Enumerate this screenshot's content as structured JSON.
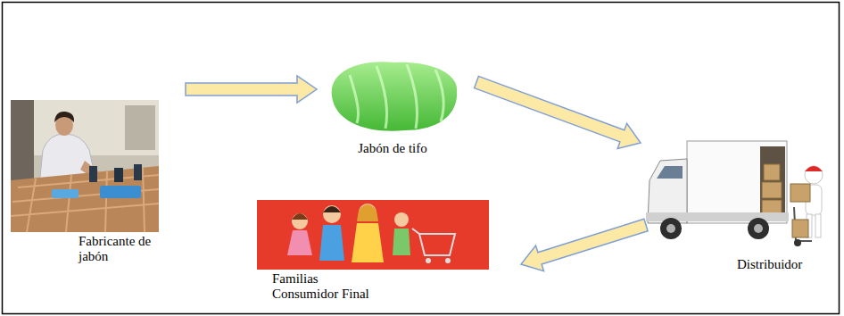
{
  "diagram": {
    "nodes": [
      {
        "text": [
          "Fabricante de jabón"
        ]
      },
      {
        "text": [
          "Jabón de tifo"
        ]
      },
      {
        "text": [
          "Distribuidor"
        ]
      },
      {
        "text": [
          "Familias Consumidor Final"
        ]
      }
    ],
    "edges": [
      {
        "from": 0,
        "to": 1,
        "arrow": "to"
      },
      {
        "from": 1,
        "to": 2,
        "arrow": "to"
      },
      {
        "from": 2,
        "to": 3,
        "arrow": "to"
      }
    ]
  }
}
